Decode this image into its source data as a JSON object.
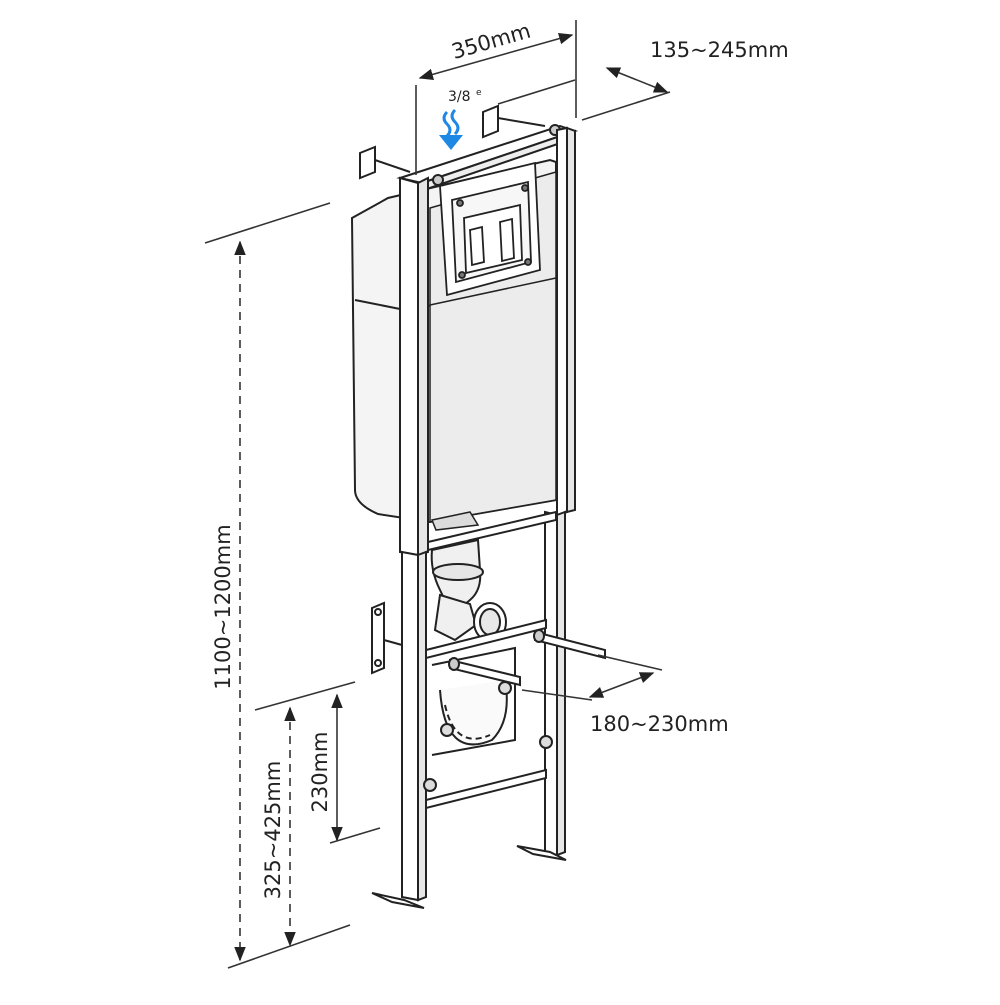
{
  "diagram": {
    "dimensions": {
      "frame_width": "350mm",
      "wall_depth": "135~245mm",
      "water_inlet": "3/8",
      "water_inlet_suffix": "e",
      "bolt_spacing": "180~230mm",
      "total_height": "1100~1200mm",
      "drain_height": "325~425mm",
      "bolt_height": "230mm"
    },
    "colors": {
      "line": "#222222",
      "cistern_fill": "#f3f3f3",
      "arrow": "#1e88e5",
      "dim_line": "#333333"
    }
  }
}
